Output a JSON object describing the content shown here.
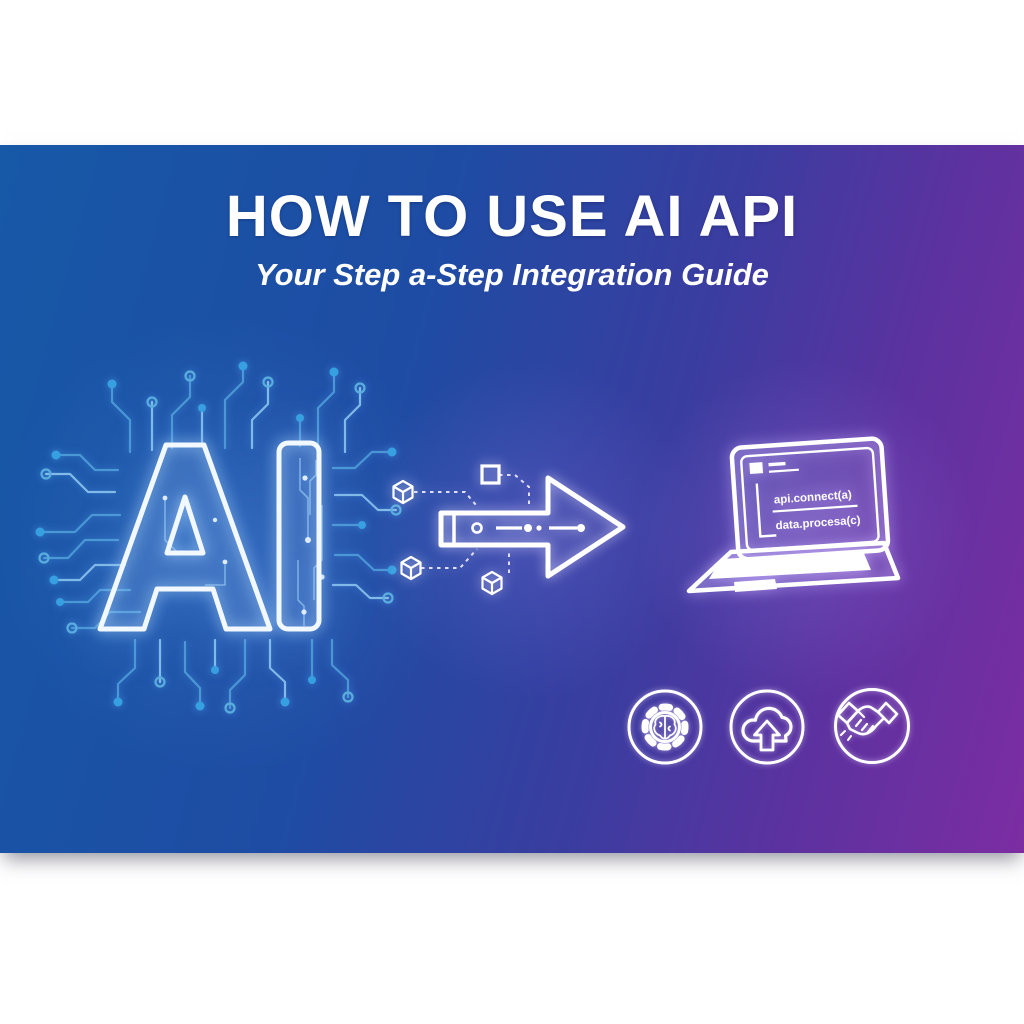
{
  "banner": {
    "title": "HOW TO USE AI API",
    "subtitle": "Your Step a-Step Integration Guide",
    "gradient": {
      "left_blue": "#1758a7",
      "mid_indigo": "#3a3da0",
      "right_purple": "#7c2da2"
    },
    "text_color": "#ffffff"
  },
  "ai_graphic": {
    "label": "AI",
    "circuit_line_color": "#4f9fd9",
    "circuit_dot_color": "#37a0e0",
    "outline_color": "#f2f8ff"
  },
  "flow": {
    "arrow_direction": "right",
    "cube_count": 3
  },
  "laptop": {
    "code_line_1": "api.connect(a)",
    "code_line_2": "data.procesa(c)"
  },
  "feature_icons": [
    {
      "name": "gear-brain"
    },
    {
      "name": "cloud-upload"
    },
    {
      "name": "handshake"
    }
  ]
}
